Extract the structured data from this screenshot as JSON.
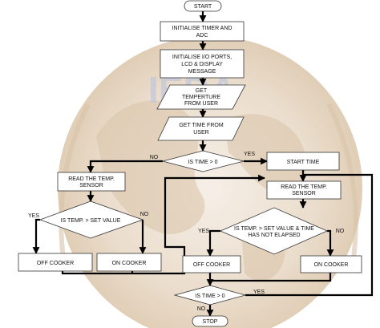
{
  "flowchart": {
    "watermark_text": "IEDA",
    "nodes": {
      "start": "START",
      "init_timer": [
        "INITIALISE TIMER AND",
        "ADC"
      ],
      "init_io": [
        "INITIALISE I/O PORTS,",
        "LCD & DISPLAY",
        "MESSAGE"
      ],
      "get_temp": [
        "GET",
        "TEMPERTURE",
        "FROM USER"
      ],
      "get_time": [
        "GET TIME  FROM",
        "USER"
      ],
      "is_time_1": "IS TIME > 0",
      "start_time": "START TIME",
      "read_sensor_left": [
        "READ THE TEMP.",
        "SENSOR"
      ],
      "is_temp_left": "IS TEMP. > SET VALUE",
      "off_cooker_left": "OFF COOKER",
      "on_cooker_left": "ON COOKER",
      "read_sensor_right": [
        "READ THE TEMP.",
        "SENSOR"
      ],
      "is_temp_right": [
        "IS TEMP. > SET VALUE & TIME",
        "HAS NOT ELAPSED"
      ],
      "off_cooker_right": "OFF COOKER",
      "on_cooker_right": "ON COOKER",
      "is_time_2": "IS TIME > 0",
      "stop": "STOP"
    },
    "edge_labels": {
      "time1_no": "NO",
      "time1_yes": "YES",
      "temp_left_yes": "YES",
      "temp_left_no": "NO",
      "temp_right_yes": "YES",
      "temp_right_no": "NO",
      "time2_yes": "YES",
      "time2_no": "NO"
    },
    "colors": {
      "line": "#000000",
      "box_stroke": "#333333",
      "box_fill": "#ffffff",
      "watermark": "#c9ad8c"
    }
  }
}
